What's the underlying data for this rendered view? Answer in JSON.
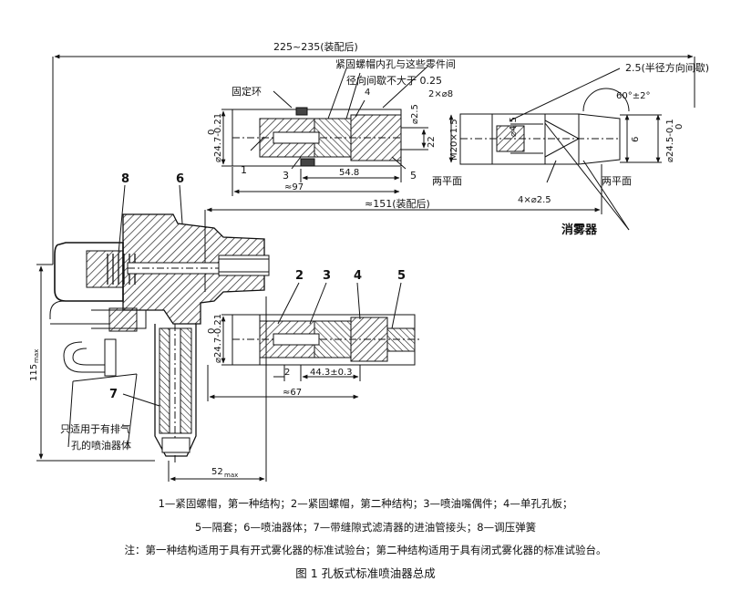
{
  "diagram": {
    "dims": {
      "overall": "225~235(装配后)",
      "assembled_151": "≈151(装配后)",
      "approx97": "≈97",
      "approx67": "≈67",
      "d54_8": "54.8",
      "d44_3": "44.3±0.3",
      "d2": "2",
      "d52": "52",
      "d52_sub": "max",
      "d115": "115",
      "d115_sub": "max",
      "dia24_7_top": "⌀24.7-0.21",
      "dia24_7_bottom": "⌀24.7-0.21",
      "tol0_top": "0",
      "tol0_bottom": "0",
      "dia2_5": "⌀2.5",
      "d22": "22",
      "m20": "M20×1.5",
      "d6": "6",
      "dia24_5": "⌀24.5-0.1",
      "tol0_right": "0",
      "dia4_5": "⌀4.5",
      "angle": "60°±2°",
      "holes_8": "2×⌀8",
      "holes_2_5": "4×⌀2.5"
    },
    "notes": {
      "fixing_ring": "固定环",
      "clearance_line1": "紧固螺帽内孔与这些零件间",
      "clearance_line2": "径向间歇不大于 0.25",
      "radial_gap": "2.5(半径方向间歇)",
      "flat1": "两平面",
      "flat2": "两平面",
      "atomizer": "消雾器",
      "exhaust_line1": "只适用于有排气",
      "exhaust_line2": "孔的喷油器体"
    },
    "part_labels": {
      "top_1": "1",
      "top_3": "3",
      "top_4": "4",
      "top_5": "5",
      "main_8": "8",
      "main_6": "6",
      "main_7": "7",
      "bot_2": "2",
      "bot_3": "3",
      "bot_4": "4",
      "bot_5": "5"
    }
  },
  "caption": {
    "legend_line1": "1—紧固螺帽，第一种结构；2—紧固螺帽，第二种结构；3—喷油嘴偶件；4—单孔孔板；",
    "legend_line2": "5—隔套；6—喷油器体；7—带缝隙式滤清器的进油管接头；8—调压弹簧",
    "note": "注：第一种结构适用于具有开式雾化器的标准试验台；第二种结构适用于具有闭式雾化器的标准试验台。",
    "figure_title": "图 1    孔板式标准喷油器总成"
  }
}
